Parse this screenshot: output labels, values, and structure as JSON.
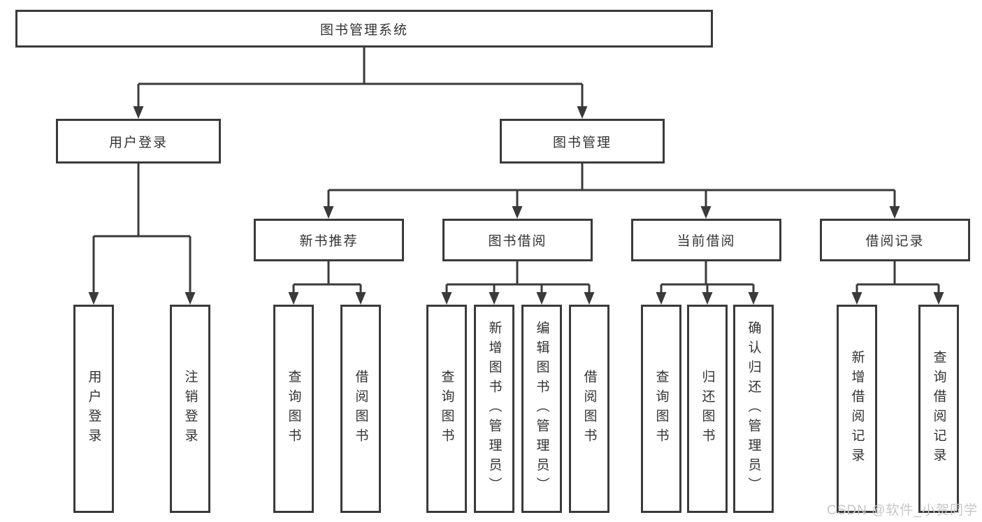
{
  "diagram": {
    "type": "hierarchy-tree",
    "title": "图书管理系统",
    "colors": {
      "line": "#3a3a3a",
      "box_border": "#3a3a3a",
      "text": "#333333",
      "background": "#ffffff",
      "watermark_text_color": "#c6c6c6"
    },
    "nodes": {
      "root": "图书管理系统",
      "user_login": "用户登录",
      "book_management": "图书管理",
      "user_login_action": "用户登录",
      "logout_action": "注销登录",
      "new_book_recommend": "新书推荐",
      "book_borrow": "图书借阅",
      "current_borrow": "当前借阅",
      "borrow_record": "借阅记录",
      "nbr_query_book": "查询图书",
      "nbr_borrow_book": "借阅图书",
      "bb_query_book": "查询图书",
      "bb_add_book": "新增图书（管理员）",
      "bb_edit_book": "编辑图书（管理员）",
      "bb_borrow_book": "借阅图书",
      "cb_query_book": "查询图书",
      "cb_return_book": "归还图书",
      "cb_confirm_return": "确认归还（管理员）",
      "br_add_record": "新增借阅记录",
      "br_query_record": "查询借阅记录"
    },
    "edges": [
      [
        "root",
        "user_login"
      ],
      [
        "root",
        "book_management"
      ],
      [
        "user_login",
        "user_login_action"
      ],
      [
        "user_login",
        "logout_action"
      ],
      [
        "book_management",
        "new_book_recommend"
      ],
      [
        "book_management",
        "book_borrow"
      ],
      [
        "book_management",
        "current_borrow"
      ],
      [
        "book_management",
        "borrow_record"
      ],
      [
        "new_book_recommend",
        "nbr_query_book"
      ],
      [
        "new_book_recommend",
        "nbr_borrow_book"
      ],
      [
        "book_borrow",
        "bb_query_book"
      ],
      [
        "book_borrow",
        "bb_add_book"
      ],
      [
        "book_borrow",
        "bb_edit_book"
      ],
      [
        "book_borrow",
        "bb_borrow_book"
      ],
      [
        "current_borrow",
        "cb_query_book"
      ],
      [
        "current_borrow",
        "cb_return_book"
      ],
      [
        "current_borrow",
        "cb_confirm_return"
      ],
      [
        "borrow_record",
        "br_add_record"
      ],
      [
        "borrow_record",
        "br_query_record"
      ]
    ]
  },
  "watermark": "CSDN @软件_小贺同学"
}
